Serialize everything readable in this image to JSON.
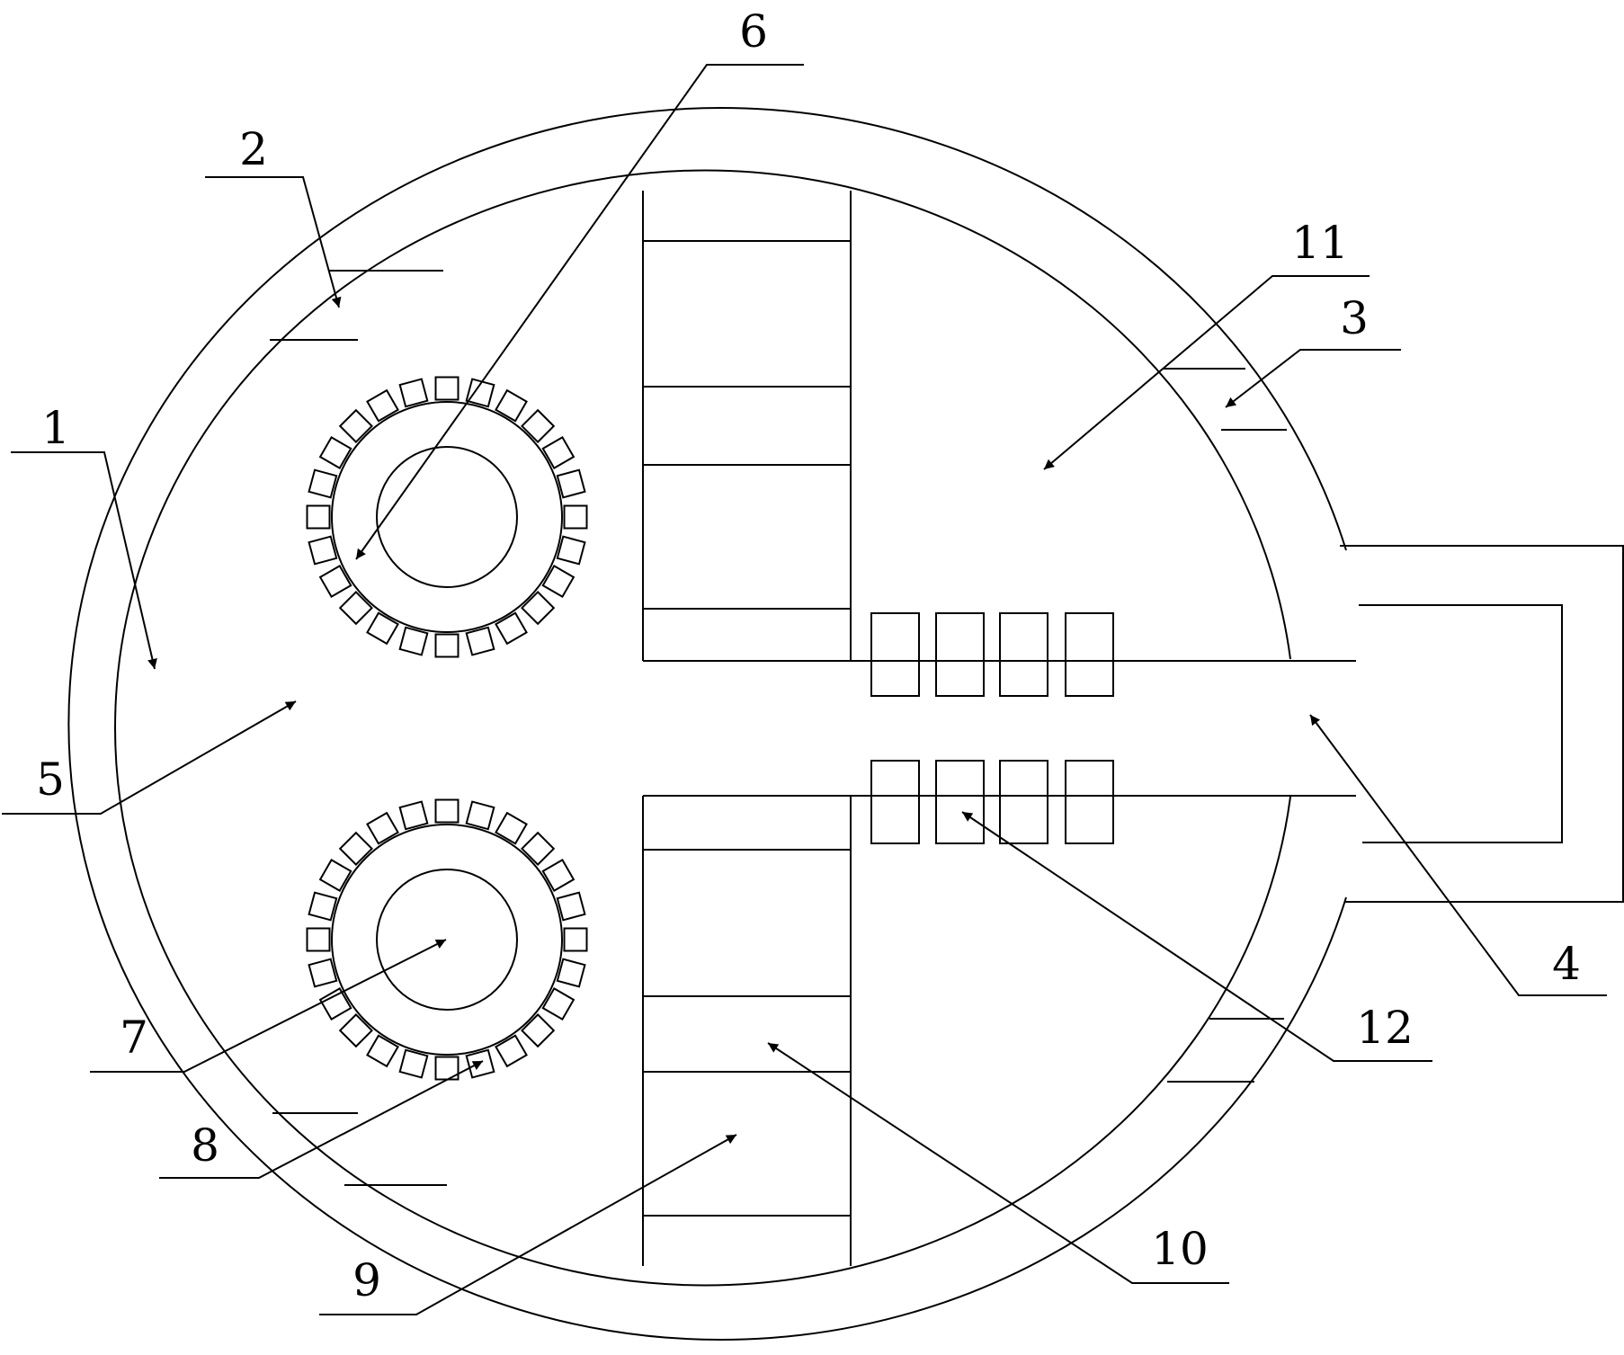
{
  "diagram": {
    "labels": [
      "1",
      "2",
      "3",
      "4",
      "5",
      "6",
      "7",
      "8",
      "9",
      "10",
      "11",
      "12"
    ],
    "colors": {
      "line": "#000000",
      "background": "#ffffff"
    }
  }
}
